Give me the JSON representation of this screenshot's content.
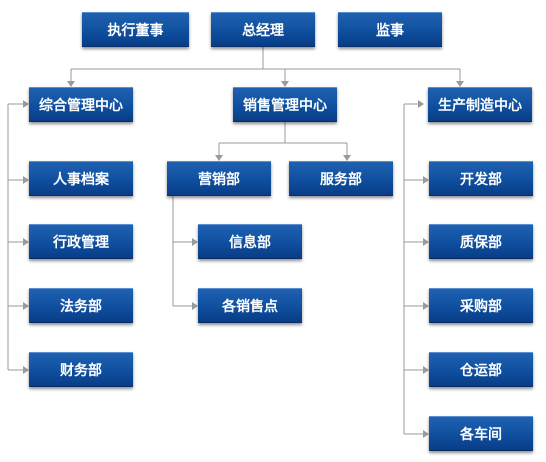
{
  "top_row": {
    "executive_director": "执行董事",
    "general_manager": "总经理",
    "supervisor": "监事"
  },
  "centers": {
    "management": "综合管理中心",
    "sales": "销售管理中心",
    "production": "生产制造中心"
  },
  "management_units": [
    "人事档案",
    "行政管理",
    "法务部",
    "财务部"
  ],
  "sales_units": {
    "marketing": "营销部",
    "service": "服务部",
    "marketing_subunits": [
      "信息部",
      "各销售点"
    ]
  },
  "production_units": [
    "开发部",
    "质保部",
    "采购部",
    "仓运部",
    "各车间"
  ],
  "colors": {
    "box_gradient_top": "#1f62b0",
    "box_gradient_bottom": "#093d86",
    "connector": "#9a9a9a",
    "text": "#ffffff"
  }
}
